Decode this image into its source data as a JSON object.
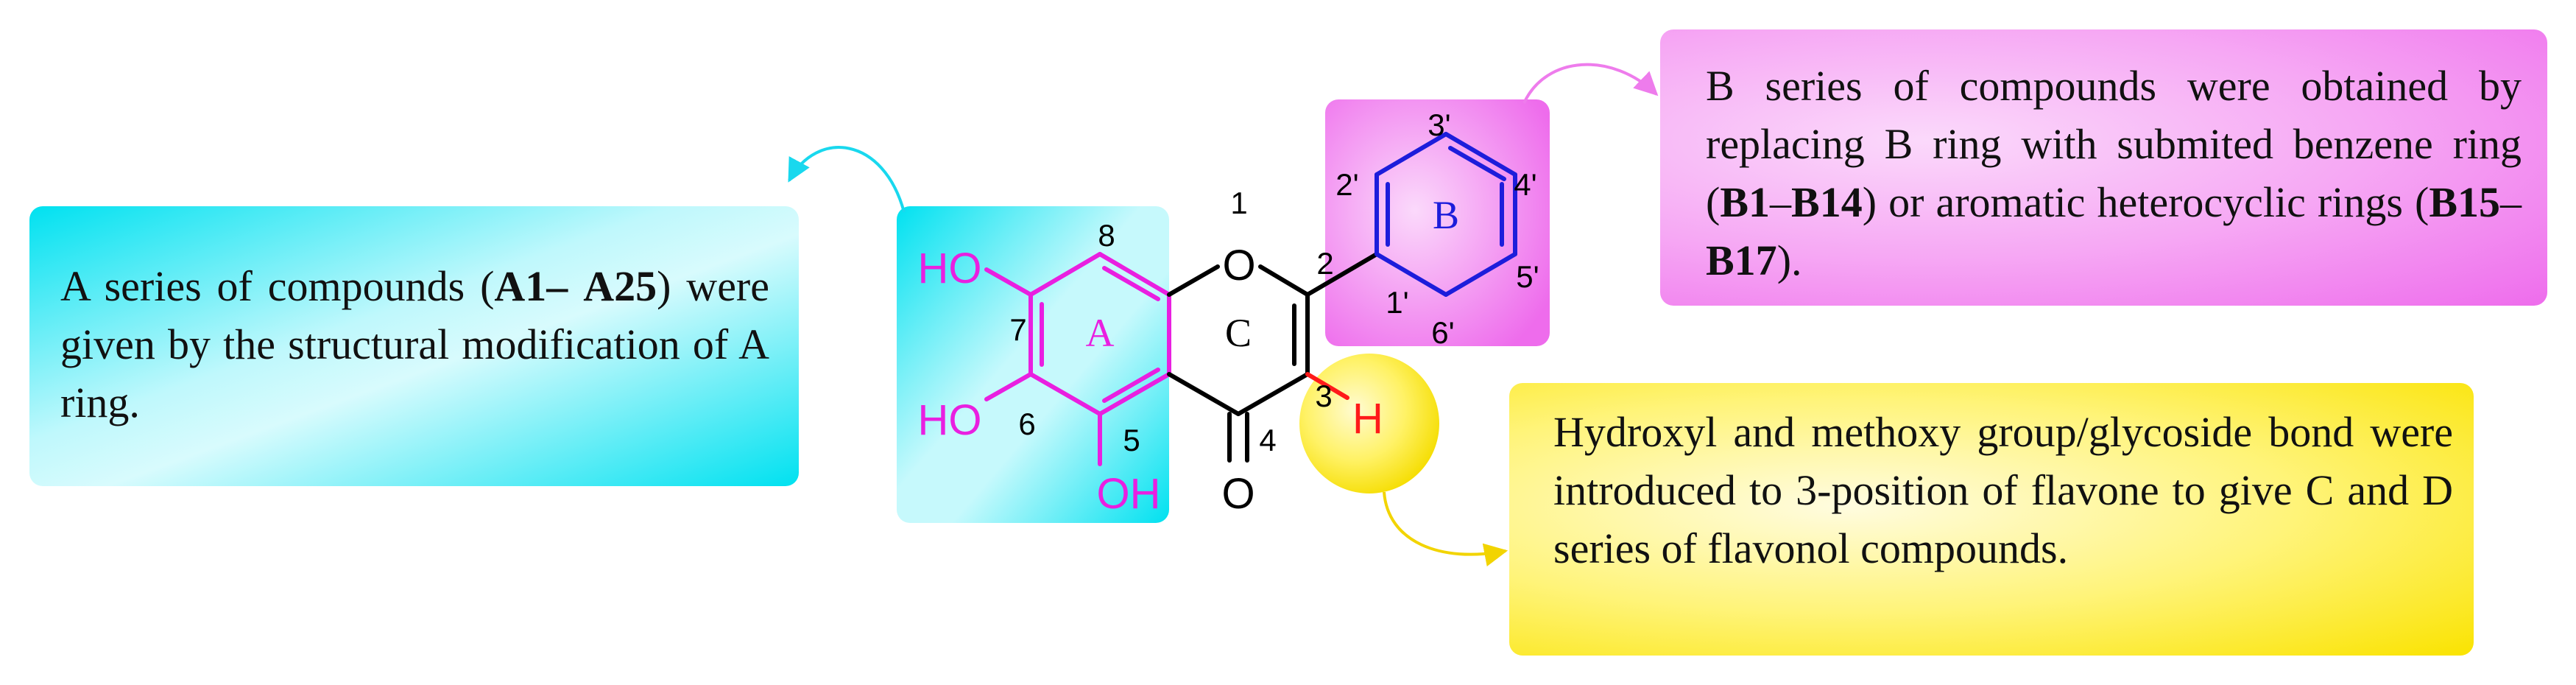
{
  "annotations": {
    "a_series": {
      "pre": "A series of compounds (",
      "bold1": "A1–",
      "bold2": "A25",
      "post": ") were given by the structural modification of A ring."
    },
    "b_series": {
      "pre": "B series of compounds were obtained by replacing B ring with submited benzene ring (",
      "bold1": "B1",
      "dash": "–",
      "bold2": "B14",
      "mid": ") or aromatic heterocyclic rings (",
      "bold3": "B15",
      "dash2": "–",
      "bold4": "B17",
      "post": ")."
    },
    "c_d_series": {
      "text": "Hydroxyl and methoxy group/glycoside bond were introduced to 3-position of flavone to give C and D series of flavonol compounds."
    }
  },
  "structure": {
    "ring_labels": {
      "a": "A",
      "b": "B",
      "c": "C"
    },
    "atoms": {
      "o1": "O",
      "carbonyl_o": "O",
      "h3": "H",
      "oh7": "HO",
      "oh6": "HO",
      "oh5": "OH"
    },
    "positions": {
      "p1": "1",
      "p2": "2",
      "p3": "3",
      "p4": "4",
      "p5": "5",
      "p6": "6",
      "p7": "7",
      "p8": "8",
      "p1p": "1'",
      "p2p": "2'",
      "p3p": "3'",
      "p4p": "4'",
      "p5p": "5'",
      "p6p": "6'"
    }
  },
  "colors": {
    "a_ring": "#e91fe0",
    "b_ring": "#1d1ddb",
    "h_atom": "#ff1a1a",
    "bonds": "#000000",
    "a_box": "#00e1f0",
    "b_box": "#f28df0",
    "h_box": "#fae300",
    "a_arrow": "#19d8ee",
    "b_arrow": "#ee7cec",
    "h_arrow": "#f2d400"
  }
}
